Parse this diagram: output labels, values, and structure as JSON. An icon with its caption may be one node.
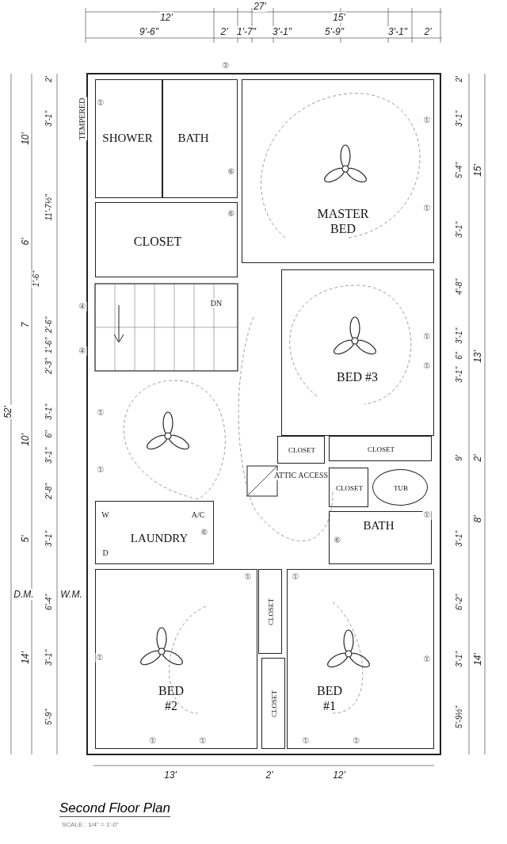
{
  "diagram": {
    "title": "Second Floor Plan",
    "caption": "SCALE : 1/4\" = 1'-0\"",
    "nodes": [
      {
        "text": [
          "SHOWER"
        ]
      },
      {
        "text": [
          "BATH"
        ]
      },
      {
        "text": [
          "CLOSET"
        ]
      },
      {
        "text": [
          "MASTER BED"
        ]
      },
      {
        "text": [
          "BED #3"
        ]
      },
      {
        "text": [
          "CLOSET"
        ]
      },
      {
        "text": [
          "CLOSET"
        ]
      },
      {
        "text": [
          "CLOSET"
        ]
      },
      {
        "text": [
          "TUB"
        ]
      },
      {
        "text": [
          "BATH"
        ]
      },
      {
        "text": [
          "LAUNDRY"
        ]
      },
      {
        "text": [
          "BED #2"
        ]
      },
      {
        "text": [
          "CLOSET"
        ]
      },
      {
        "text": [
          "CLOSET"
        ]
      },
      {
        "text": [
          "BED #1"
        ]
      }
    ],
    "labels": [
      "27'",
      "12'",
      "15'",
      "9'-6\"",
      "2'",
      "1'-7\"",
      "3'-1\"",
      "5'-9\"",
      "3'-1\"",
      "2'",
      "②",
      "①",
      "TEMPERED",
      "①",
      "⑥",
      "①",
      "⑥",
      "DN",
      "④",
      "①",
      "④",
      "①",
      "①",
      "①",
      "ATTIC ACCESS",
      "W",
      "A/C",
      "①",
      "⑥",
      "⑥",
      "D",
      "①",
      "①",
      "①",
      "①",
      "①",
      "①",
      "①",
      "①",
      "52'",
      "10'",
      "6'",
      "1'-6\"",
      "7",
      "10'",
      "5'",
      "14'",
      "2'",
      "3'-1\"",
      "11'-7½\"",
      "2'-6\"",
      "1'-6\"",
      "2'-3\"",
      "3'-1\"",
      "6\"",
      "3'-1\"",
      "2'-8\"",
      "3'-1\"",
      "6'-4\"",
      "3'-1\"",
      "5'-9\"",
      "D.M.",
      "W.M.",
      "2'",
      "3'-1\"",
      "5'-4\"",
      "15'",
      "3'-1\"",
      "4'-8\"",
      "3'-1\"",
      "6\"",
      "13'",
      "3'-1\"",
      "9'",
      "2'",
      "8'",
      "3'-1\"",
      "6'-2\"",
      "3'-1\"",
      "14'",
      "5'-9½\"",
      "13'",
      "2'",
      "12'"
    ]
  }
}
